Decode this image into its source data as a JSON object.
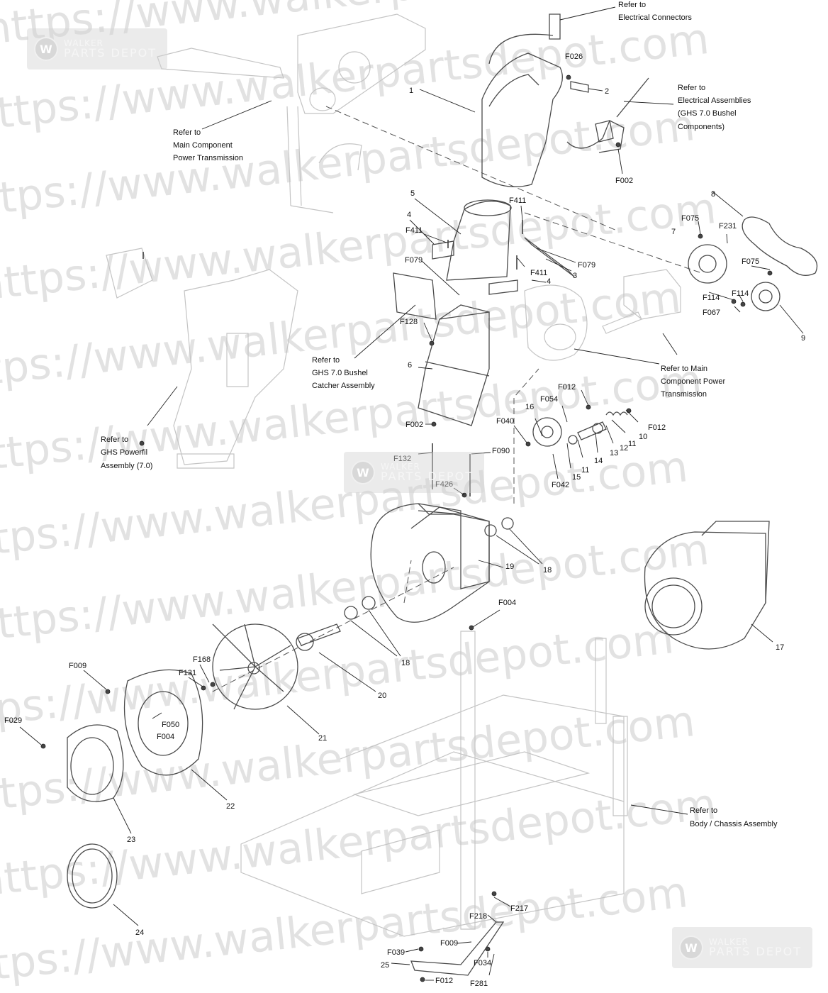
{
  "watermark": {
    "url_text": "https://www.walkerpartsdepot.com",
    "logo_line1": "WALKER",
    "logo_line2": "PARTS DEPOT",
    "logo_mark": "W",
    "color": "#e2e2e2"
  },
  "references": {
    "electrical_connectors": [
      "Refer to",
      "Electrical Connectors"
    ],
    "electrical_assemblies": [
      "Refer to",
      "Electrical Assemblies",
      "(GHS 7.0 Bushel",
      "Components)"
    ],
    "main_component_top": [
      "Refer to",
      "Main Component",
      "Power Transmission"
    ],
    "bushel_catcher": [
      "Refer to",
      "GHS 7.0 Bushel",
      "Catcher Assembly"
    ],
    "main_component_right": [
      "Refer to Main",
      "Component Power",
      "Transmission"
    ],
    "powerfil": [
      "Refer to",
      "GHS Powerfil",
      "Assembly (7.0)"
    ],
    "body_chassis": [
      "Refer to",
      "Body / Chassis Assembly"
    ]
  },
  "callouts": [
    "1",
    "2",
    "3",
    "4",
    "4",
    "5",
    "6",
    "7",
    "8",
    "9",
    "10",
    "11",
    "11",
    "12",
    "12",
    "13",
    "14",
    "15",
    "16",
    "17",
    "18",
    "18",
    "19",
    "20",
    "21",
    "22",
    "23",
    "24",
    "25",
    "F026",
    "F002",
    "F411",
    "F411",
    "F411",
    "F079",
    "F079",
    "F075",
    "F075",
    "F231",
    "F114",
    "F114",
    "F067",
    "F128",
    "F002",
    "F012",
    "F012",
    "F054",
    "F040",
    "F042",
    "F132",
    "F090",
    "F426",
    "F004",
    "F009",
    "F029",
    "F168",
    "F131",
    "F050",
    "F004",
    "F217",
    "F218",
    "F039",
    "F009",
    "F034",
    "F012",
    "F281"
  ]
}
